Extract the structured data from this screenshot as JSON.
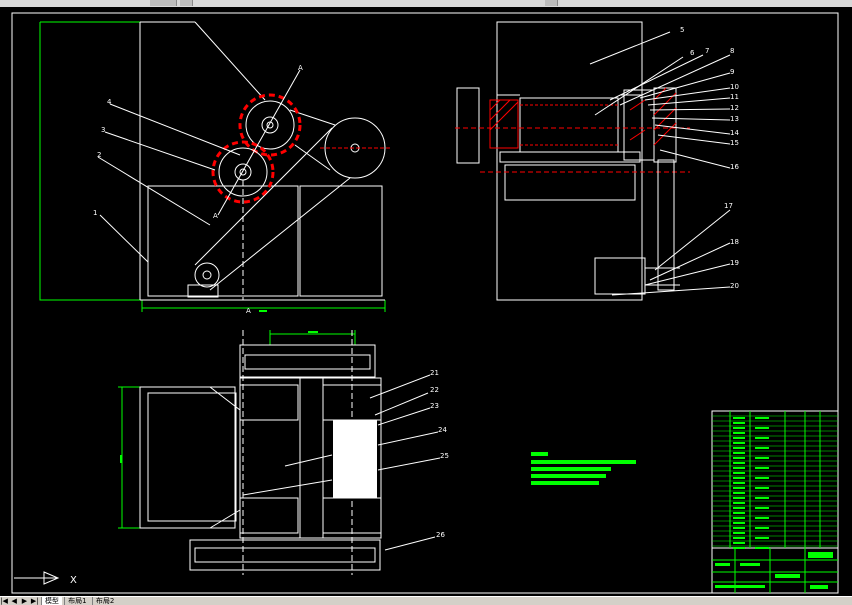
{
  "tabs": {
    "nav_first": "|◀",
    "nav_prev": "◀",
    "nav_next": "▶",
    "nav_last": "▶|",
    "model": "模型",
    "layout1": "布局1",
    "layout2": "布局2"
  },
  "drawing": {
    "ucs_label": "X",
    "section_marks": [
      "A",
      "A",
      "A"
    ],
    "part_numbers": [
      "1",
      "2",
      "3",
      "4",
      "5",
      "6",
      "7",
      "8",
      "9",
      "10",
      "11",
      "12",
      "13",
      "14",
      "15",
      "16",
      "17",
      "18",
      "19",
      "20",
      "21",
      "22",
      "23",
      "24",
      "25",
      "26"
    ]
  },
  "colors": {
    "background": "#000000",
    "linework": "#ffffff",
    "dimension": "#00ff00",
    "hidden": "#ff0000",
    "hatch": "#ff0000"
  }
}
